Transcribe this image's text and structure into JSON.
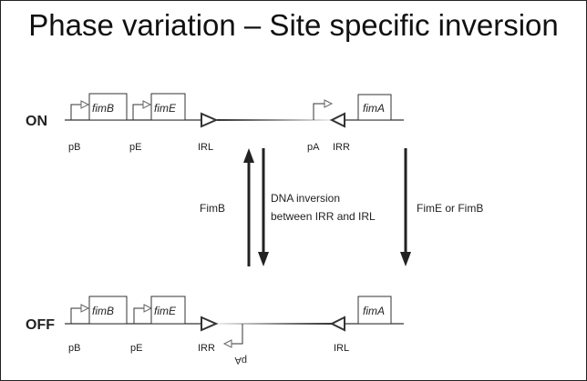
{
  "title": "Phase variation – Site specific inversion",
  "on_row": {
    "label": "ON",
    "genes": [
      "fimB",
      "fimE",
      "fimA"
    ],
    "promoters": [
      "pB",
      "pE",
      "pA"
    ],
    "sites": [
      "IRL",
      "IRR"
    ]
  },
  "off_row": {
    "label": "OFF",
    "genes": [
      "fimB",
      "fimE",
      "fimA"
    ],
    "promoters": [
      "pB",
      "pE",
      "pA"
    ],
    "sites": [
      "IRR",
      "IRL"
    ]
  },
  "arrows": {
    "up_label": "FimB",
    "middle_label_1": "DNA inversion",
    "middle_label_2": "between IRR and IRL",
    "right_label": "FimE or FimB"
  }
}
